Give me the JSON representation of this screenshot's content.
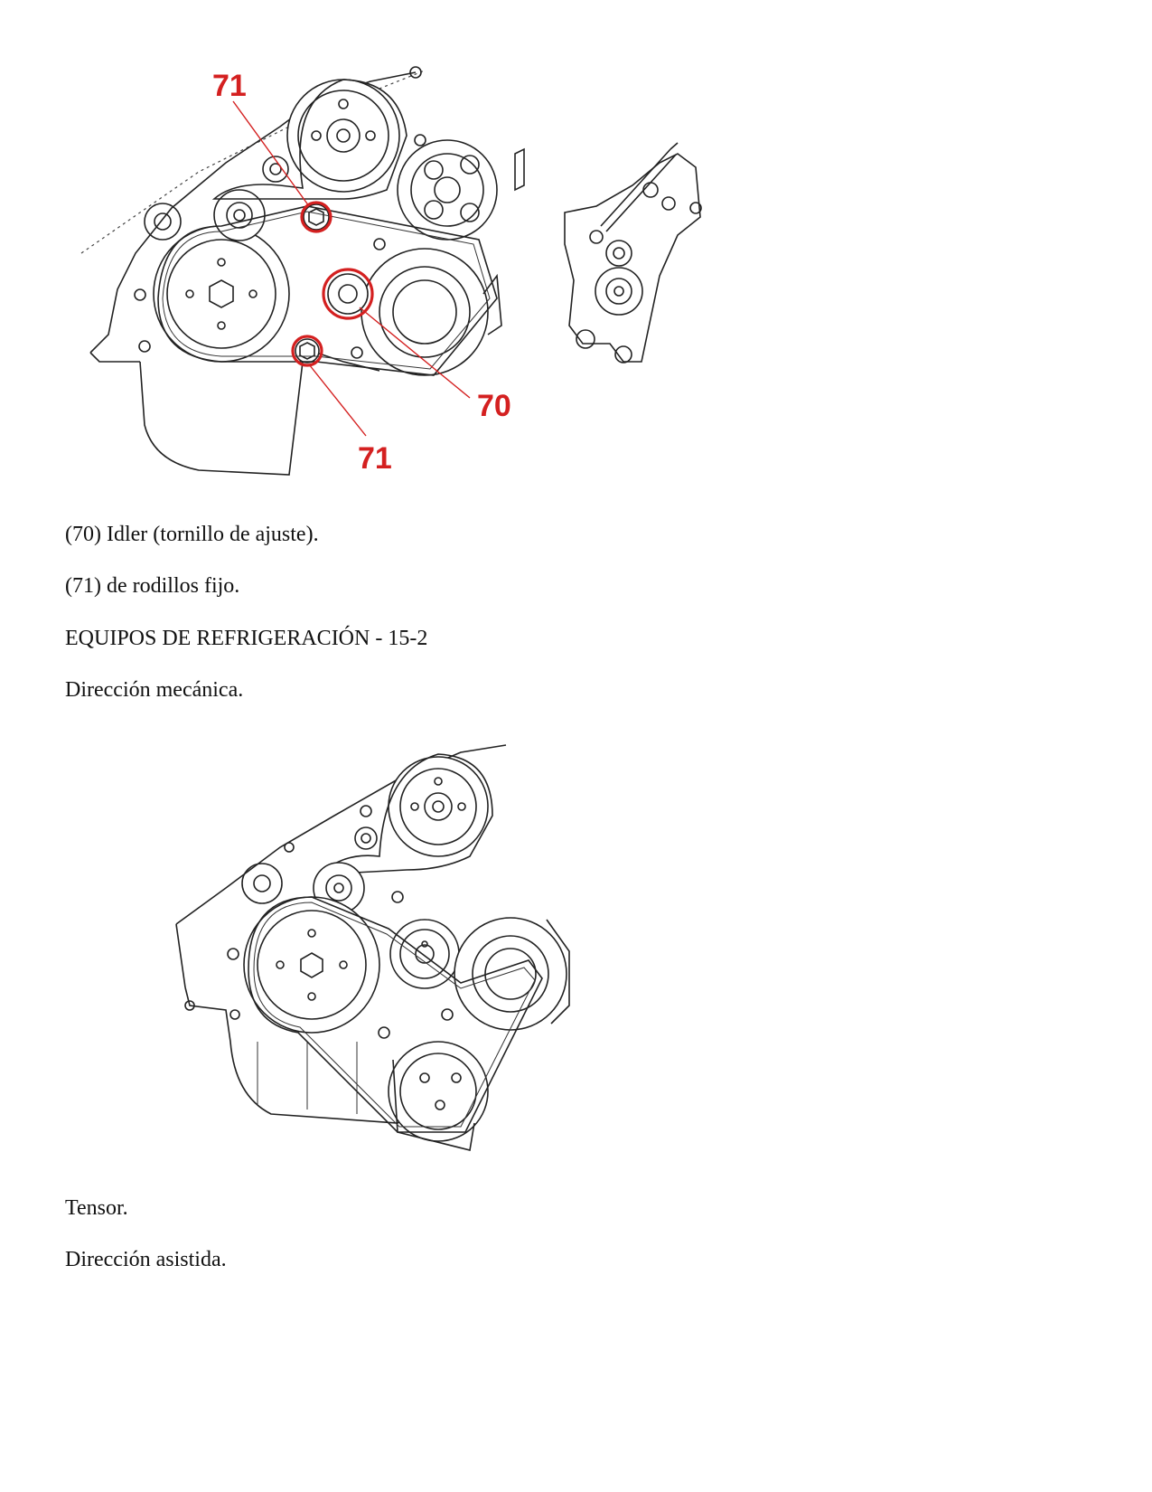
{
  "figure1": {
    "callouts": [
      "71",
      "70",
      "71"
    ]
  },
  "captions": {
    "c1": "(70) Idler (tornillo de ajuste).",
    "c2": "(71) de rodillos fijo.",
    "c3": "EQUIPOS DE REFRIGERACIÓN - 15-2",
    "c4": "Dirección mecánica.",
    "c5": "Tensor.",
    "c6": "Dirección asistida."
  },
  "colors": {
    "callout": "#d42020",
    "line_art": "#222222",
    "text": "#111111"
  }
}
